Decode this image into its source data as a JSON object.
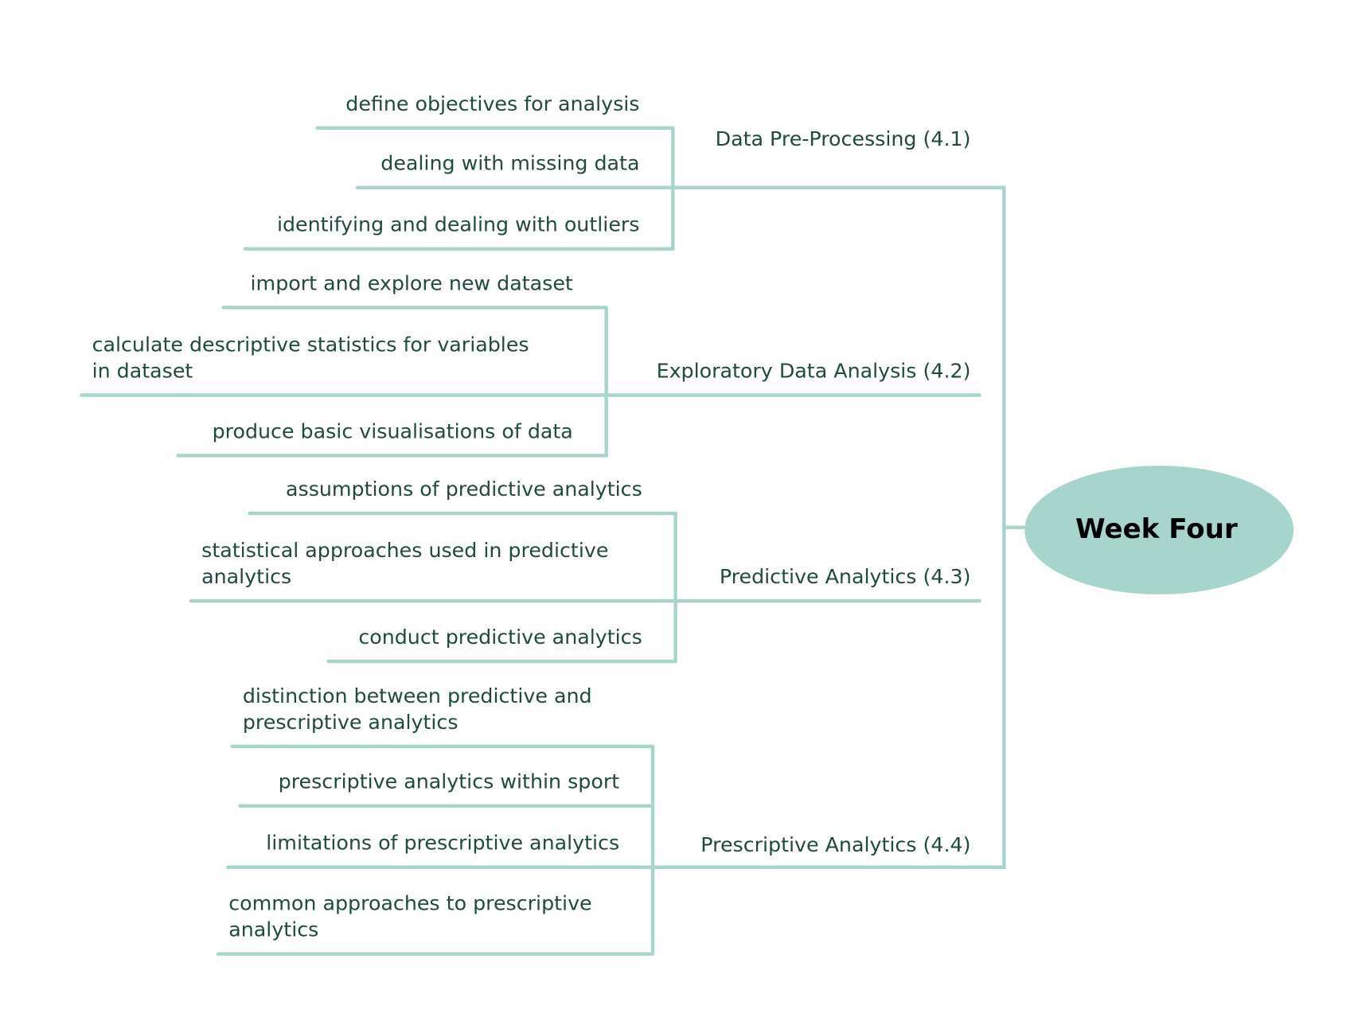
{
  "colors": {
    "line": "#a8d5cb",
    "text": "#1f4a40",
    "root_fill": "#a8d5cb"
  },
  "root": {
    "label": "Week Four"
  },
  "branches": [
    {
      "label": "Data Pre-Processing (4.1)",
      "children": [
        [
          "define objectives for analysis"
        ],
        [
          "dealing with missing data"
        ],
        [
          "identifying and dealing with outliers"
        ]
      ]
    },
    {
      "label": "Exploratory Data Analysis (4.2)",
      "children": [
        [
          "import and explore new dataset"
        ],
        [
          "calculate descriptive statistics for variables",
          "in dataset"
        ],
        [
          "produce basic visualisations of data"
        ]
      ]
    },
    {
      "label": "Predictive Analytics (4.3)",
      "children": [
        [
          "assumptions of predictive analytics"
        ],
        [
          "statistical approaches used in predictive",
          "analytics"
        ],
        [
          "conduct predictive analytics"
        ]
      ]
    },
    {
      "label": "Prescriptive Analytics (4.4)",
      "children": [
        [
          "distinction between predictive and",
          "prescriptive analytics"
        ],
        [
          "prescriptive analytics within sport"
        ],
        [
          "limitations of prescriptive analytics"
        ],
        [
          "common approaches to prescriptive",
          "analytics"
        ]
      ]
    }
  ]
}
